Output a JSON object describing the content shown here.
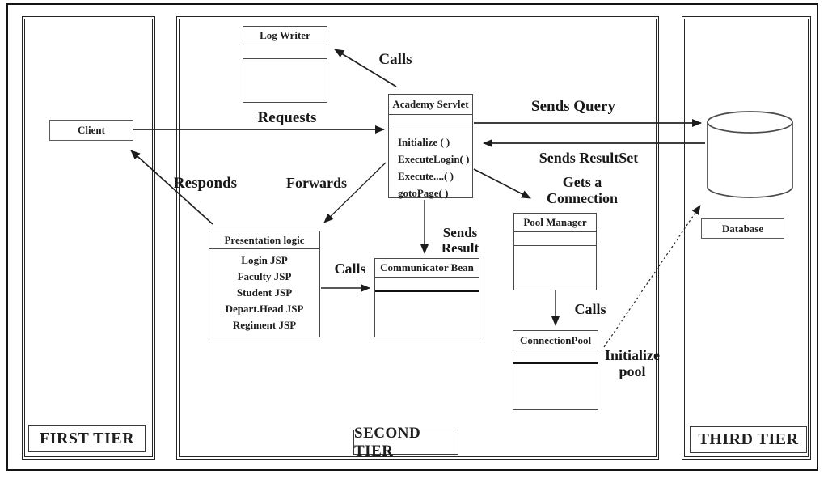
{
  "colors": {
    "ink": "#1f1f1f",
    "box_border": "#4a4a4a",
    "background": "#ffffff"
  },
  "tiers": {
    "first": {
      "label": "FIRST TIER"
    },
    "second": {
      "label": "SECOND TIER"
    },
    "third": {
      "label": "THIRD TIER"
    }
  },
  "nodes": {
    "client": {
      "title": "Client"
    },
    "log_writer": {
      "title": "Log Writer"
    },
    "academy_servlet": {
      "title": "Academy Servlet",
      "methods": [
        "Initialize ( )",
        "ExecuteLogin( )",
        "Execute....( )",
        "gotoPage( )"
      ]
    },
    "presentation_logic": {
      "title": "Presentation logic",
      "pages": [
        "Login JSP",
        "Faculty JSP",
        "Student JSP",
        "Depart.Head JSP",
        "Regiment JSP"
      ]
    },
    "communicator_bean": {
      "title": "Communicator Bean"
    },
    "pool_manager": {
      "title": "Pool Manager"
    },
    "connection_pool": {
      "title": "ConnectionPool"
    },
    "database": {
      "title": "Database"
    }
  },
  "arrows": {
    "calls_log_writer": {
      "label": "Calls"
    },
    "requests": {
      "label": "Requests"
    },
    "responds": {
      "label": "Responds"
    },
    "forwards": {
      "label": "Forwards"
    },
    "sends_query": {
      "label": "Sends Query"
    },
    "sends_resultset": {
      "label": "Sends ResultSet"
    },
    "gets_a_connection": {
      "label": "Gets a Connection"
    },
    "sends_result": {
      "label": "Sends Result"
    },
    "calls_bean": {
      "label": "Calls"
    },
    "calls_connection_pool": {
      "label": "Calls"
    },
    "initialize_pool": {
      "label": "Initialize pool"
    }
  }
}
